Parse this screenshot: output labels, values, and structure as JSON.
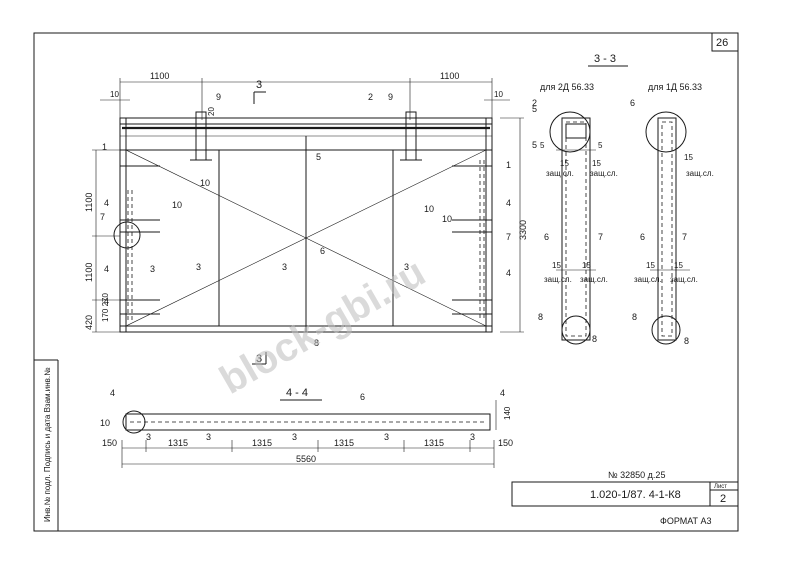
{
  "sheet": {
    "number": "26",
    "designation": "1.020-1/87. 4-1-К8",
    "list_label": "Лист",
    "list_number": "2",
    "archive_no": "№ 32850 д.25",
    "format": "ФОРМАТ А3",
    "side_stamp": "Инв.№ подл. Подпись и дата Взам.инв.№"
  },
  "watermark": "block-gbi.ru",
  "plan": {
    "dim_top_left": "1100",
    "dim_top_right": "1100",
    "dim_left_upper": "1100",
    "dim_left_middle": "1100",
    "dim_left_bottom": "420",
    "dim_left_small": "170 270",
    "dim_right_total": "3300",
    "dim_10_left": "10",
    "dim_10_right": "10",
    "dim_20": "20",
    "section_mark": "3",
    "callouts": [
      "1",
      "2",
      "3",
      "3",
      "3",
      "3",
      "4",
      "4",
      "4",
      "5",
      "6",
      "7",
      "7",
      "8",
      "9",
      "9",
      "10",
      "10",
      "10",
      "10",
      "1",
      "4",
      "4"
    ]
  },
  "section_33": {
    "title": "3 - 3",
    "left_caption": "для 2Д 56.33",
    "right_caption": "для 1Д 56.33",
    "sloy_label": "защ.сл.",
    "dim_15": "15",
    "dim_5": "5",
    "callouts": [
      "2",
      "5",
      "5",
      "6",
      "7",
      "8",
      "8",
      "6",
      "7",
      "6",
      "8",
      "8"
    ]
  },
  "section_44": {
    "title": "4 - 4",
    "dims": [
      "150",
      "1315",
      "1315",
      "1315",
      "1315",
      "150"
    ],
    "total": "5560",
    "dim_140": "140",
    "callouts": [
      "4",
      "4",
      "10",
      "6",
      "3",
      "3",
      "3",
      "3",
      "3"
    ]
  }
}
